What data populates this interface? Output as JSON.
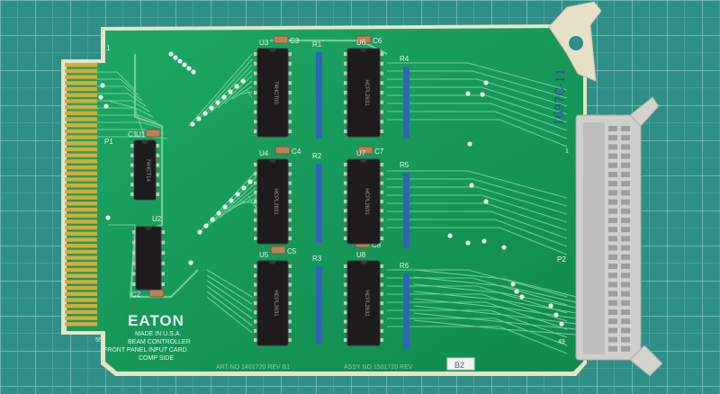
{
  "board": {
    "maker": "EATON",
    "made_in": "MADE IN U.S.A.",
    "line2": "BEAM CONTROLLER",
    "line3": "FRONT PANEL INPUT CARD",
    "line4": "COMP SIDE",
    "art_no": "ART NO 1401720 REV B1",
    "assy_no": "ASSY NO 1501720 REV",
    "rev_sticker": "B2",
    "handwritten": "1697C-11",
    "pin_one": "1",
    "pin_55": "55",
    "pin_49": "49"
  },
  "connectors": {
    "p1": "P1",
    "p2": "P2",
    "p2_pin1": "1"
  },
  "chips": [
    {
      "ref": "U1",
      "part": "74HCT14"
    },
    {
      "ref": "U2",
      "part": ""
    },
    {
      "ref": "U3",
      "part": "74HCT00"
    },
    {
      "ref": "U4",
      "part": "HCPL2631"
    },
    {
      "ref": "U5",
      "part": "HCPL2631"
    },
    {
      "ref": "U6",
      "part": "HCPL2631"
    },
    {
      "ref": "U7",
      "part": "HCPL2631"
    },
    {
      "ref": "U8",
      "part": "HCPL2631"
    }
  ],
  "caps": [
    "C1",
    "C2",
    "C3",
    "C4",
    "C5",
    "C6",
    "C7",
    "C8"
  ],
  "resistors": [
    "R1",
    "R2",
    "R3",
    "R4",
    "R5",
    "R6"
  ],
  "colors": {
    "mat": "#2f8f86",
    "pcb": "#17985a",
    "gold": "#d7ab3a",
    "resistor": "#2f64b8",
    "cap": "#b7835a"
  }
}
